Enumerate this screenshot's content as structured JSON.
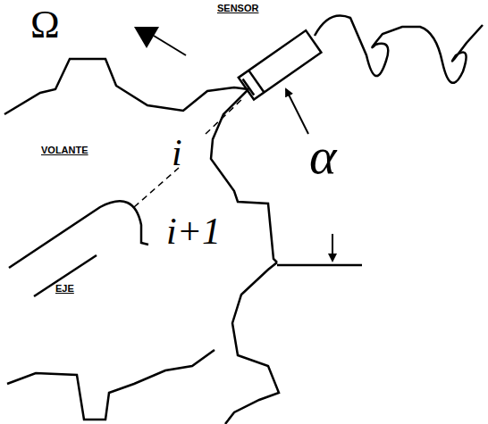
{
  "diagram": {
    "labels": [
      "Ω",
      "SENSOR",
      "VOLANTE",
      "i",
      "α",
      "EJE",
      "i+1"
    ]
  }
}
